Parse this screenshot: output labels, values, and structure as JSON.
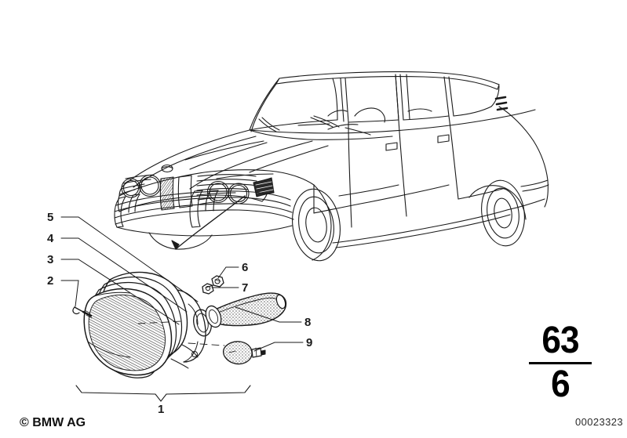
{
  "document": {
    "type": "parts-diagram",
    "title": "BMW front turn indicator assembly",
    "copyright": "© BMW AG",
    "doc_id": "00023323",
    "background_color": "#ffffff",
    "line_color": "#1a1a1a"
  },
  "group_number": {
    "main": "63",
    "sub": "6"
  },
  "callouts": {
    "item1": "1",
    "item2": "2",
    "item3": "3",
    "item4": "4",
    "item5": "5",
    "item6": "6",
    "item7": "7",
    "item8": "8",
    "item9": "9"
  },
  "illustration": {
    "vehicle": "BMW E3 four-door sedan, front three-quarter view",
    "exploded_parts": "front turn indicator lens, housing, gasket, screws, socket, bulb"
  }
}
